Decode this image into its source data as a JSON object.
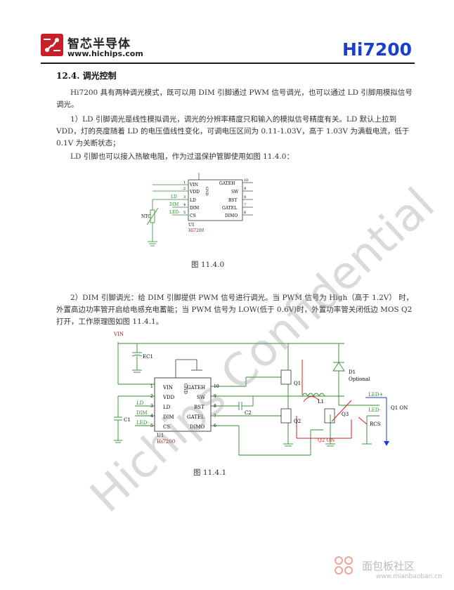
{
  "header": {
    "brand_cn": "智芯半导体",
    "brand_url": "www.hichips.com",
    "product": "Hi7200"
  },
  "section": {
    "title": "12.4. 调光控制"
  },
  "paragraphs": {
    "p1": "Hi7200 具有两种调光模式，既可以用 DIM 引脚通过 PWM 信号调光，也可以通过 LD 引脚用模拟信号调光。",
    "p2": "1）LD 引脚调光是线性模拟调光，调光的分辨率精度只和输入的模拟信号精度有关。LD 默认上拉到 VDD，灯的亮度随着 LD 的电压值线性变化，可调电压区间为 0.11-1.03V，高于 1.03V 为满载电流，低于 0.1V 为关断状态；",
    "p3": "LD 引脚也可以接入热敏电阻，作为过温保护管脚使用如图 11.4.0：",
    "p4": "2）DIM 引脚调光：给 DIM 引脚提供 PWM 信号进行调光。当 PWM 信号为 High（高于 1.2V） 时，外置高边功率管开启给电感充电蓄能；当 PWM 信号为 LOW(低于 0.6V)时，外置功率管关闭低边 MOS Q2 打开，工作原理图如图 11.4.1。"
  },
  "figure1": {
    "caption": "图 11.4.0",
    "pins_left": [
      "VIN",
      "VDD",
      "LD",
      "DIM",
      "CS"
    ],
    "pins_left_num": [
      "1",
      "2",
      "3",
      "4",
      "5"
    ],
    "pins_right": [
      "GATEH",
      "SW",
      "BST",
      "GATEL",
      "DIMO"
    ],
    "pins_right_num": [
      "10",
      "9",
      "8",
      "7",
      "6"
    ],
    "gnd": "GND",
    "ref": "U1",
    "part": "Hi7200",
    "ntc": "NTC",
    "net_ld": "LD",
    "net_dim": "DIM",
    "net_led": "LED-"
  },
  "figure2": {
    "caption": "图 11.4.1",
    "vin": "VIN",
    "ec1": "EC1",
    "c1": "C1",
    "c2": "C2",
    "q1": "Q1",
    "q2": "Q2",
    "q3": "Q3",
    "l1": "L1",
    "d1": "D1",
    "optional": "Optional",
    "rcs": "RCS",
    "led_plus": "LED+",
    "led_minus": "LED-",
    "q1_on": "Q1 ON",
    "q2_on": "Q2 ON",
    "ref": "U1",
    "part": "Hi7200",
    "gnd": "GND",
    "pins_left": [
      "VIN",
      "VDD",
      "LD",
      "DIM",
      "CS"
    ],
    "pins_left_num": [
      "1",
      "2",
      "3",
      "4",
      "5"
    ],
    "pins_right": [
      "GATEH",
      "SW",
      "BST",
      "GATEL",
      "DIMO"
    ],
    "pins_right_num": [
      "10",
      "9",
      "8",
      "7",
      "6"
    ],
    "net_ld": "LD",
    "net_dim": "DIM",
    "net_led": "LED-"
  },
  "watermark": {
    "text": "Hichips Confidential",
    "site_brand": "面包板社区",
    "site_url": "www.mianbaoban.cn"
  }
}
